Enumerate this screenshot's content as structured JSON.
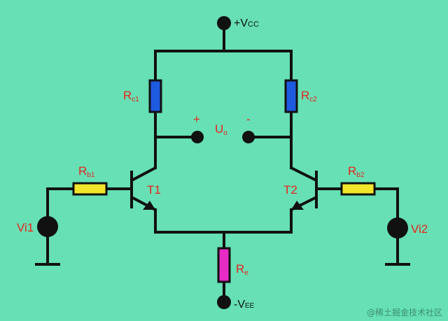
{
  "colors": {
    "background": "#66E0B4",
    "wire": "#111111",
    "label": "#E8231E",
    "rc_resistor": "#1E5AE0",
    "rb_resistor": "#F2E62A",
    "re_resistor": "#E62BC4"
  },
  "labels": {
    "vcc_sign": "+V",
    "vcc_sub": "CC",
    "vee_sign": "-V",
    "vee_sub": "EE",
    "rc1_main": "R",
    "rc1_sub": "c1",
    "rc2_main": "R",
    "rc2_sub": "c2",
    "rb1_main": "R",
    "rb1_sub": "b1",
    "rb2_main": "R",
    "rb2_sub": "b2",
    "re_main": "R",
    "re_sub": "e",
    "t1": "T1",
    "t2": "T2",
    "vi1": "Vi1",
    "vi2": "Vi2",
    "uo_main": "U",
    "uo_sub": "o",
    "plus": "+",
    "minus": "-"
  },
  "watermark": "@稀土掘金技术社区"
}
